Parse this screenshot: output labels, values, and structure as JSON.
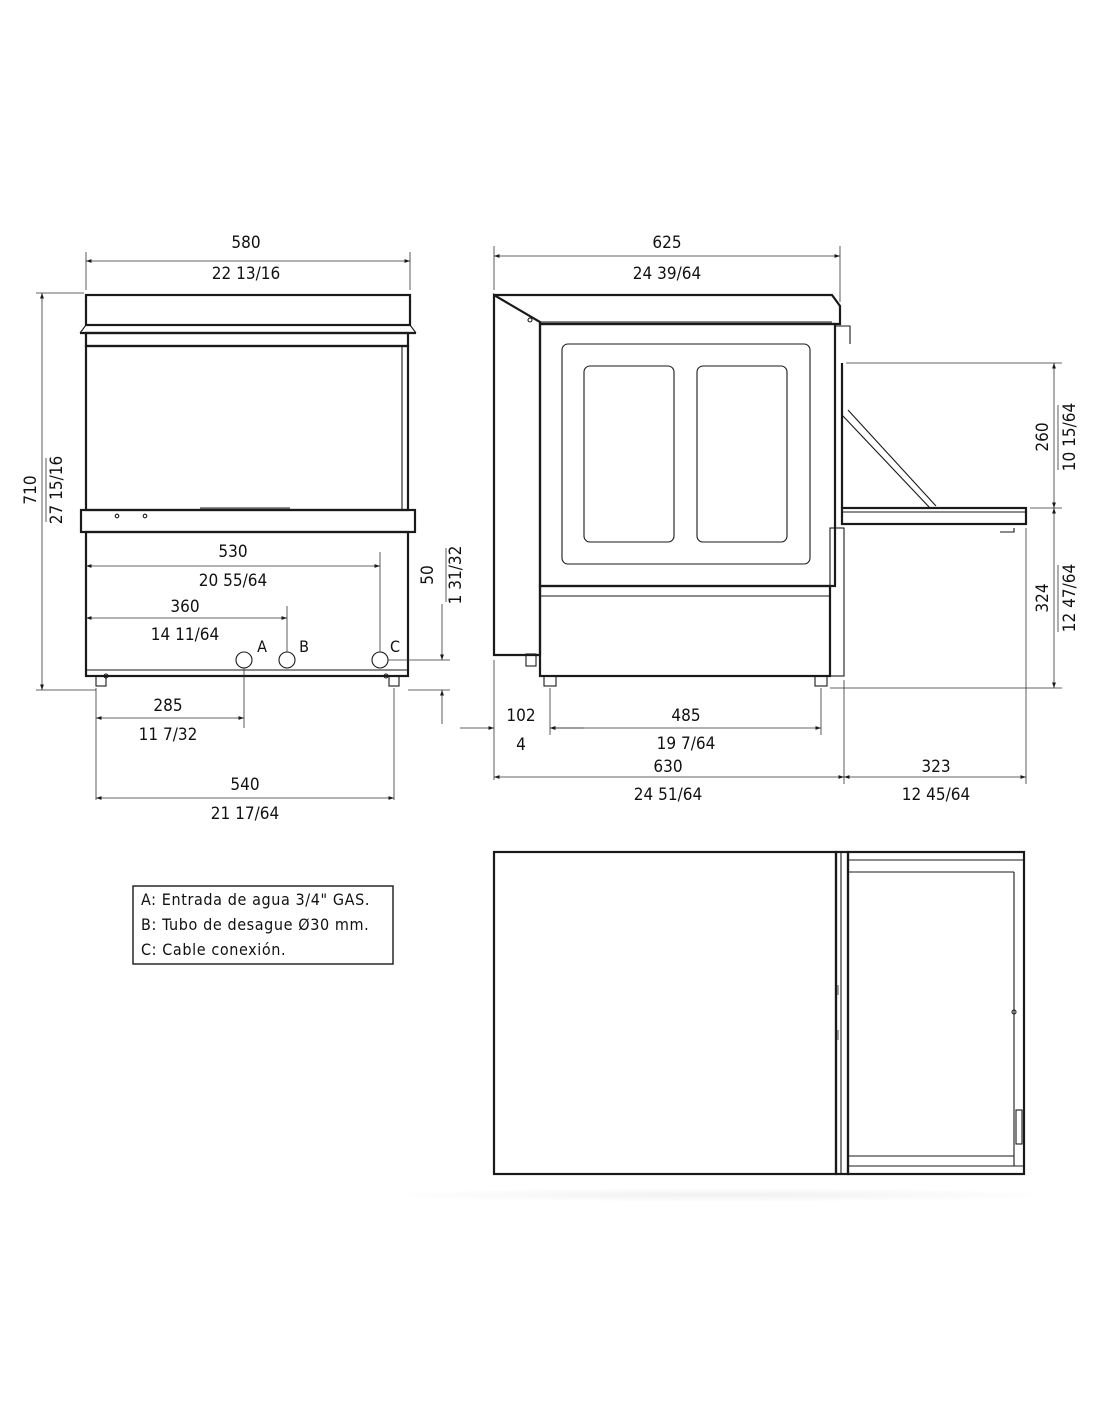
{
  "front_view": {
    "width_top_mm": "580",
    "width_top_in": "22 13/16",
    "height_mm": "710",
    "height_in": "27 15/16",
    "inner_width_mm": "530",
    "inner_width_in": "20 55/64",
    "connection_height_mm": "50",
    "connection_height_in": "1 31/32",
    "offset_b_mm": "360",
    "offset_b_in": "14 11/64",
    "offset_a_mm": "285",
    "offset_a_in": "11 7/32",
    "feet_span_mm": "540",
    "feet_span_in": "21 17/64",
    "label_a": "A",
    "label_b": "B",
    "label_c": "C"
  },
  "side_view": {
    "top_depth_mm": "625",
    "top_depth_in": "24 39/64",
    "door_height_mm": "260",
    "door_height_in": "10 15/64",
    "open_height_mm": "324",
    "open_height_in": "12 47/64",
    "rear_offset_mm": "102",
    "rear_offset_in": "4",
    "feet_depth_mm": "485",
    "feet_depth_in": "19 7/64",
    "total_depth_mm": "630",
    "total_depth_in": "24 51/64",
    "door_projection_mm": "323",
    "door_projection_in": "12 45/64"
  },
  "legend": {
    "line_a": "A: Entrada de agua 3/4\" GAS.",
    "line_b": "B: Tubo de desague Ø30 mm.",
    "line_c": "C: Cable conexión."
  }
}
